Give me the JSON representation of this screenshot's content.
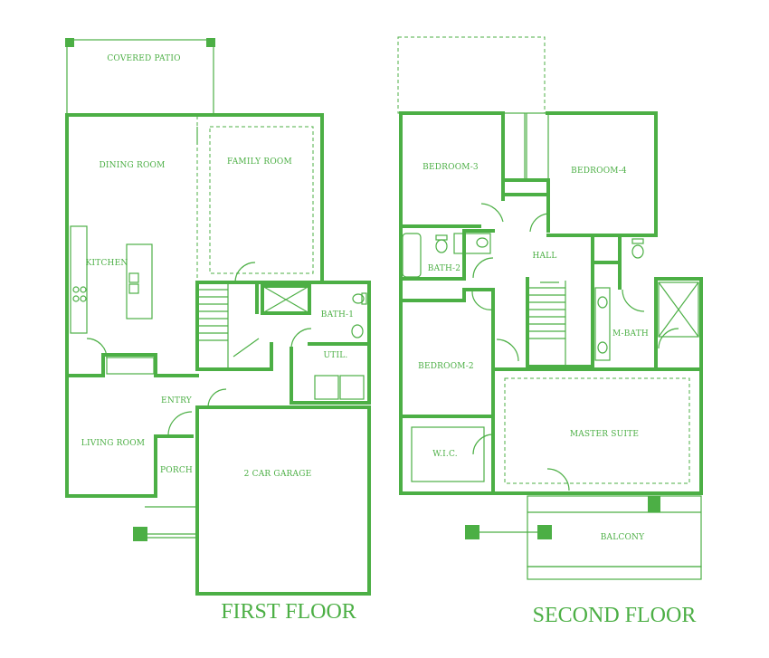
{
  "first_floor": {
    "title": "FIRST FLOOR",
    "rooms": {
      "covered_patio": "COVERED PATIO",
      "dining_room": "DINING ROOM",
      "family_room": "FAMILY ROOM",
      "kitchen": "KITCHEN",
      "bath_1": "BATH-1",
      "util": "UTIL.",
      "entry": "ENTRY",
      "living_room": "LIVING ROOM",
      "porch": "PORCH",
      "garage": "2 CAR GARAGE"
    }
  },
  "second_floor": {
    "title": "SECOND FLOOR",
    "rooms": {
      "bedroom_3": "BEDROOM-3",
      "bedroom_4": "BEDROOM-4",
      "hall": "HALL",
      "bath_2": "BATH-2",
      "m_bath": "M-BATH",
      "bedroom_2": "BEDROOM-2",
      "wic": "W.I.C.",
      "master_suite": "MASTER SUITE",
      "balcony": "BALCONY"
    }
  },
  "colors": {
    "line": "#4caf45",
    "background": "#ffffff"
  }
}
